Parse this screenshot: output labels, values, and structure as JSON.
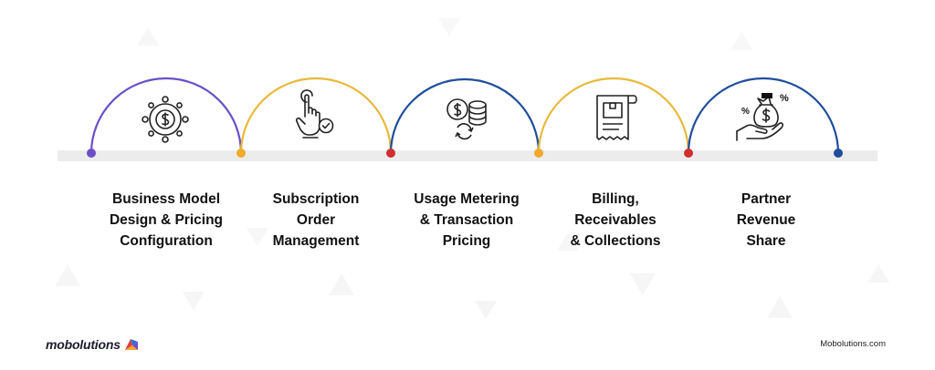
{
  "steps": [
    {
      "lines": [
        "Business Model",
        "Design & Pricing",
        "Configuration"
      ],
      "icon": "settings-dollar-icon",
      "arc_color": "#6b4fc8"
    },
    {
      "lines": [
        "Subscription",
        "Order",
        "Management"
      ],
      "icon": "hand-touch-check-icon",
      "arc_color": "#e8b93a"
    },
    {
      "lines": [
        "Usage Metering",
        "& Transaction",
        "Pricing"
      ],
      "icon": "coin-database-icon",
      "arc_color": "#1f4e9c"
    },
    {
      "lines": [
        "Billing,",
        "Receivables",
        "& Collections"
      ],
      "icon": "receipt-icon",
      "arc_color": "#e8b93a"
    },
    {
      "lines": [
        "Partner",
        "Revenue",
        "Share"
      ],
      "icon": "hand-money-bag-icon",
      "arc_color": "#1f4e9c"
    }
  ],
  "dot_colors": [
    "#6b4fc8",
    "#f0a92a",
    "#d12f2f",
    "#f0a92a",
    "#d12f2f",
    "#1f4e9c"
  ],
  "brand": {
    "name": "mobolutions",
    "logo_icon": "mobolutions-logo-icon"
  },
  "site": "Mobolutions.com"
}
